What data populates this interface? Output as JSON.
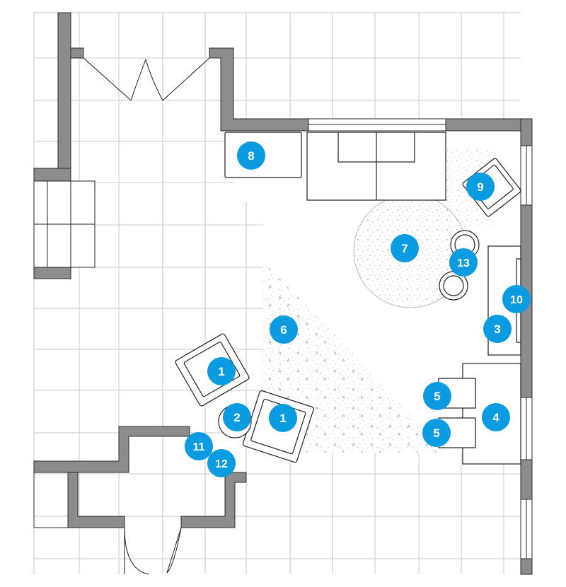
{
  "colors": {
    "wall": "#8c8c8c",
    "wall_stroke": "#2a2a2a",
    "grid": "#c9c9c9",
    "furniture": "#1f1f1f",
    "marker": "#0b9be0",
    "marker_text": "#ffffff",
    "rug": "#bdbdbd"
  },
  "markers": [
    {
      "id": "chair-left",
      "label": "1"
    },
    {
      "id": "chair-right",
      "label": "1"
    },
    {
      "id": "side-table",
      "label": "2"
    },
    {
      "id": "console",
      "label": "3"
    },
    {
      "id": "desk",
      "label": "4"
    },
    {
      "id": "stool-top",
      "label": "5"
    },
    {
      "id": "stool-bottom",
      "label": "5"
    },
    {
      "id": "rug-triangle",
      "label": "6"
    },
    {
      "id": "rug-round",
      "label": "7"
    },
    {
      "id": "bench",
      "label": "8"
    },
    {
      "id": "accent-chair",
      "label": "9"
    },
    {
      "id": "wall-art",
      "label": "10"
    },
    {
      "id": "lamp",
      "label": "11"
    },
    {
      "id": "plant",
      "label": "12"
    },
    {
      "id": "ottomans",
      "label": "13"
    }
  ]
}
